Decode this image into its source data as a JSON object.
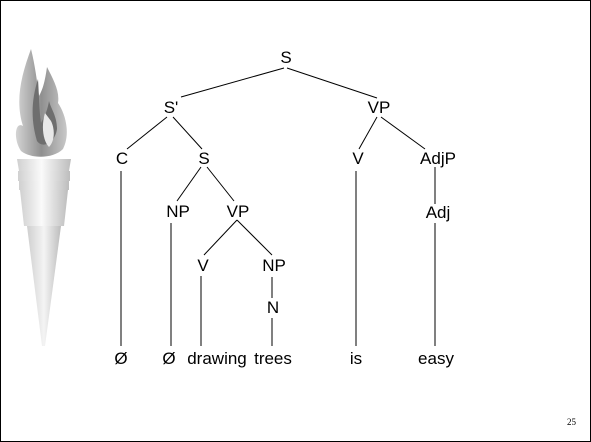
{
  "tree": {
    "nodes": {
      "s": "S",
      "s_bar": "S'",
      "vp_main": "VP",
      "c": "C",
      "s_inner": "S",
      "v_is": "V",
      "adjp": "AdjP",
      "np_subject": "NP",
      "vp_inner": "VP",
      "adj": "Adj",
      "v_drawing": "V",
      "np_object": "NP",
      "n": "N"
    },
    "leaves": {
      "empty_complementizer": "Ø",
      "empty_subject": "Ø",
      "drawing": "drawing",
      "trees": "trees",
      "is": "is",
      "easy": "easy"
    }
  },
  "slide_number": "25"
}
